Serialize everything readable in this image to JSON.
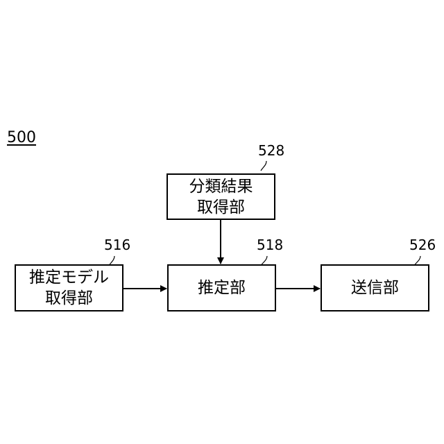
{
  "figure_label": "500",
  "nodes": {
    "classification": {
      "lines": [
        "分類結果",
        "取得部"
      ],
      "ref": "528"
    },
    "model": {
      "lines": [
        "推定モデル",
        "取得部"
      ],
      "ref": "516"
    },
    "estimation": {
      "lines": [
        "推定部"
      ],
      "ref": "518"
    },
    "transmission": {
      "lines": [
        "送信部"
      ],
      "ref": "526"
    }
  },
  "edges": [
    {
      "from": "classification",
      "to": "estimation"
    },
    {
      "from": "model",
      "to": "estimation"
    },
    {
      "from": "estimation",
      "to": "transmission"
    }
  ]
}
